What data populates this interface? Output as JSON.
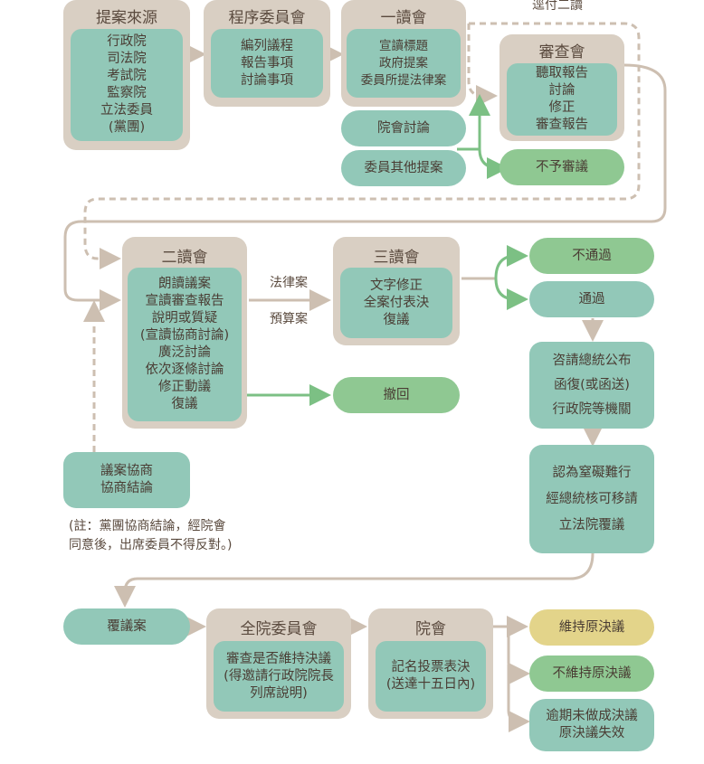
{
  "colors": {
    "frame": "#d9cfc3",
    "box": "#92c8b8",
    "reject": "#8fc892",
    "maintain": "#e3d48a",
    "line": "#cdbfb1",
    "arrow_green": "#7cc084"
  },
  "stage1": {
    "proposal_source": {
      "title": "提案來源",
      "items": [
        "行政院",
        "司法院",
        "考試院",
        "監察院",
        "立法委員",
        "(黨團)"
      ]
    },
    "procedure_committee": {
      "title": "程序委員會",
      "items": [
        "編列議程",
        "報告事項",
        "討論事項"
      ]
    },
    "first_reading": {
      "title": "一讀會",
      "items": [
        "宣讀標題",
        "政府提案",
        "委員所提法律案"
      ]
    },
    "plenary_discussion": "院會討論",
    "member_other_motion": "委員其他提案",
    "skip_label": "逕付二讀",
    "review": {
      "title": "審查會",
      "items": [
        "聽取報告",
        "討論",
        "修正",
        "審查報告"
      ]
    },
    "no_review": "不予審議"
  },
  "stage2": {
    "second_reading": {
      "title": "二讀會",
      "items": [
        "朗讀議案",
        "宣讀審查報告",
        "說明或質疑",
        "(宣讀協商討論)",
        "廣泛討論",
        "依次逐條討論",
        "修正動議",
        "復議"
      ]
    },
    "law_bill": "法律案",
    "budget_bill": "預算案",
    "third_reading": {
      "title": "三讀會",
      "items": [
        "文字修正",
        "全案付表決",
        "復議"
      ]
    },
    "fail": "不通過",
    "pass": "通過",
    "withdraw": "撤回",
    "negotiation": {
      "items": [
        "議案協商",
        "協商結論"
      ]
    },
    "note": [
      "(註：黨團協商結論，經院會",
      "同意後，出席委員不得反對。)"
    ],
    "promulgate": {
      "items": [
        "咨請總統公布",
        "函復(或函送)",
        "行政院等機關"
      ]
    },
    "reconsider_request": {
      "items": [
        "認為窒礙難行",
        "經總統核可移請",
        "立法院覆議"
      ]
    }
  },
  "stage3": {
    "reconsideration": "覆議案",
    "whole_committee": {
      "title": "全院委員會",
      "items": [
        "審查是否維持決議",
        "(得邀請行政院院長",
        "列席說明)"
      ]
    },
    "plenary": {
      "title": "院會",
      "items": [
        "記名投票表決",
        "(送達十五日內)"
      ]
    },
    "maintain": "維持原決議",
    "not_maintain": "不維持原決議",
    "expired": {
      "items": [
        "逾期未做成決議",
        "原決議失效"
      ]
    }
  }
}
